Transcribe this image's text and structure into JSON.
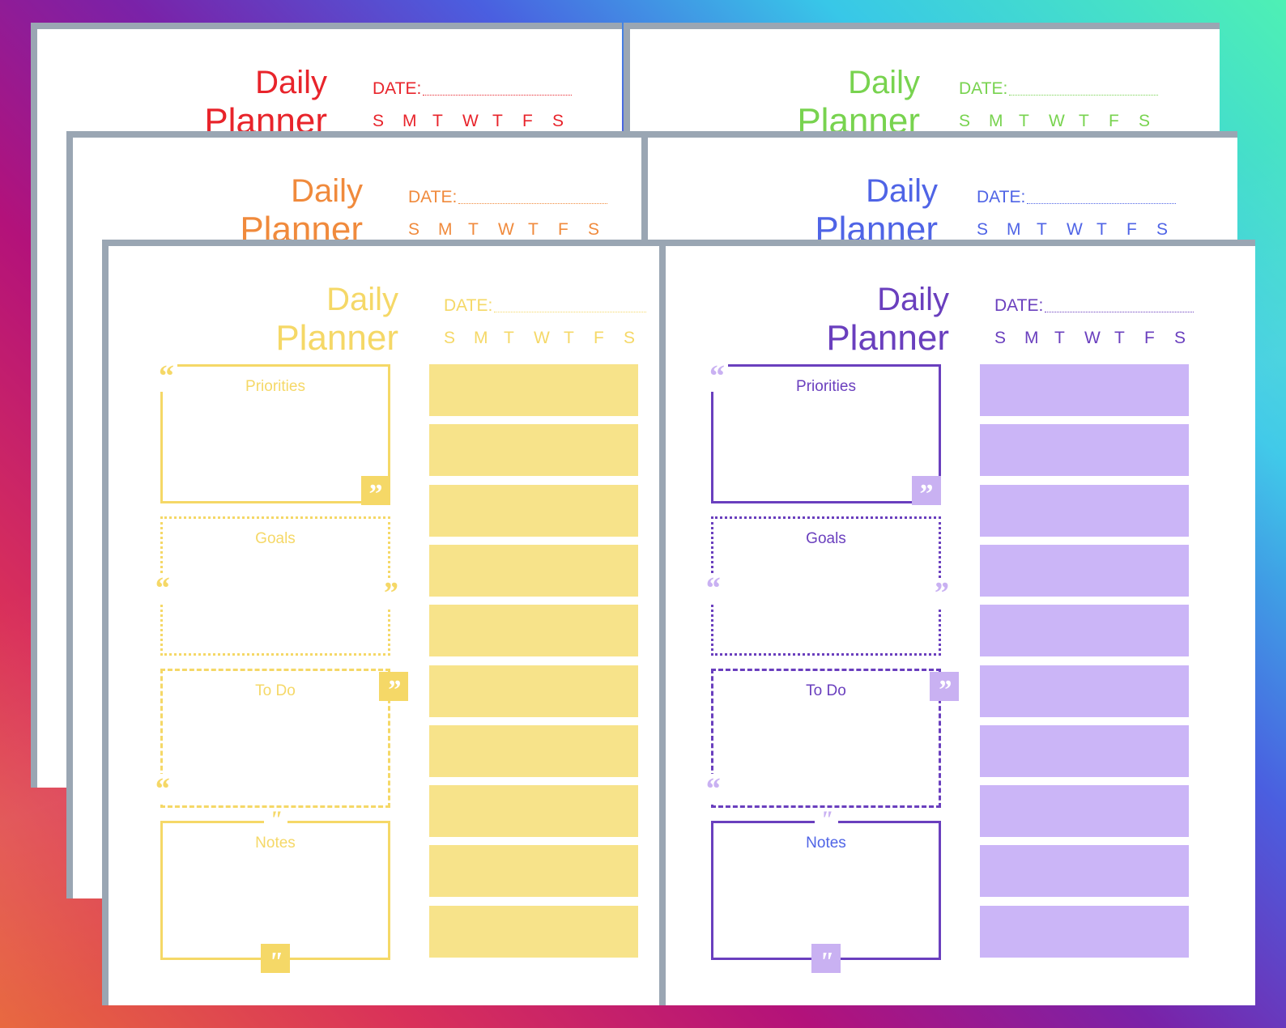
{
  "planner": {
    "title_line1": "Daily",
    "title_line2": "Planner",
    "date_label": "DATE:",
    "days": [
      "S",
      "M",
      "T",
      "W",
      "T",
      "F",
      "S"
    ],
    "sections": {
      "priorities": "Priorities",
      "goals": "Goals",
      "todo": "To Do",
      "notes": "Notes"
    },
    "quote_open": "“",
    "quote_close": "”",
    "quote_straight": "\""
  },
  "colors": {
    "red": "#e8242b",
    "green": "#78d34f",
    "orange": "#f08a3c",
    "blue": "#4f64e6",
    "yellow": "#f5d867",
    "yellow_text": "#f5d867",
    "purple": "#6a3fbe",
    "purple_fill": "#cbb5f7",
    "purple_tile": "#c9b1f2",
    "page_border": "#9aa6b3"
  },
  "planners": [
    {
      "id": "red",
      "color_name": "red"
    },
    {
      "id": "green",
      "color_name": "green"
    },
    {
      "id": "orange",
      "color_name": "orange"
    },
    {
      "id": "blue",
      "color_name": "blue"
    },
    {
      "id": "yellow",
      "color_name": "yellow"
    },
    {
      "id": "purple",
      "color_name": "purple"
    }
  ],
  "schedule_bar_count": 10
}
